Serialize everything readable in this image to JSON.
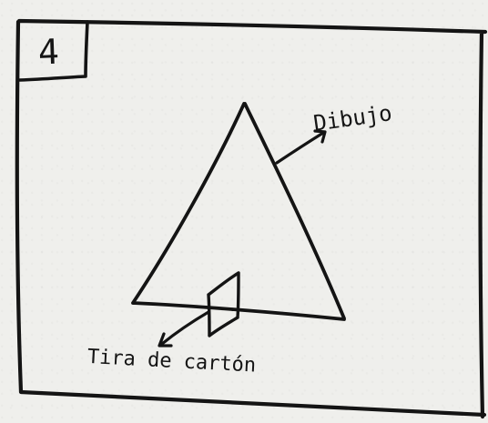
{
  "panel": {
    "number": "4"
  },
  "diagram": {
    "labels": {
      "drawing": "Dibujo",
      "strip": "Tira de cartón"
    }
  }
}
